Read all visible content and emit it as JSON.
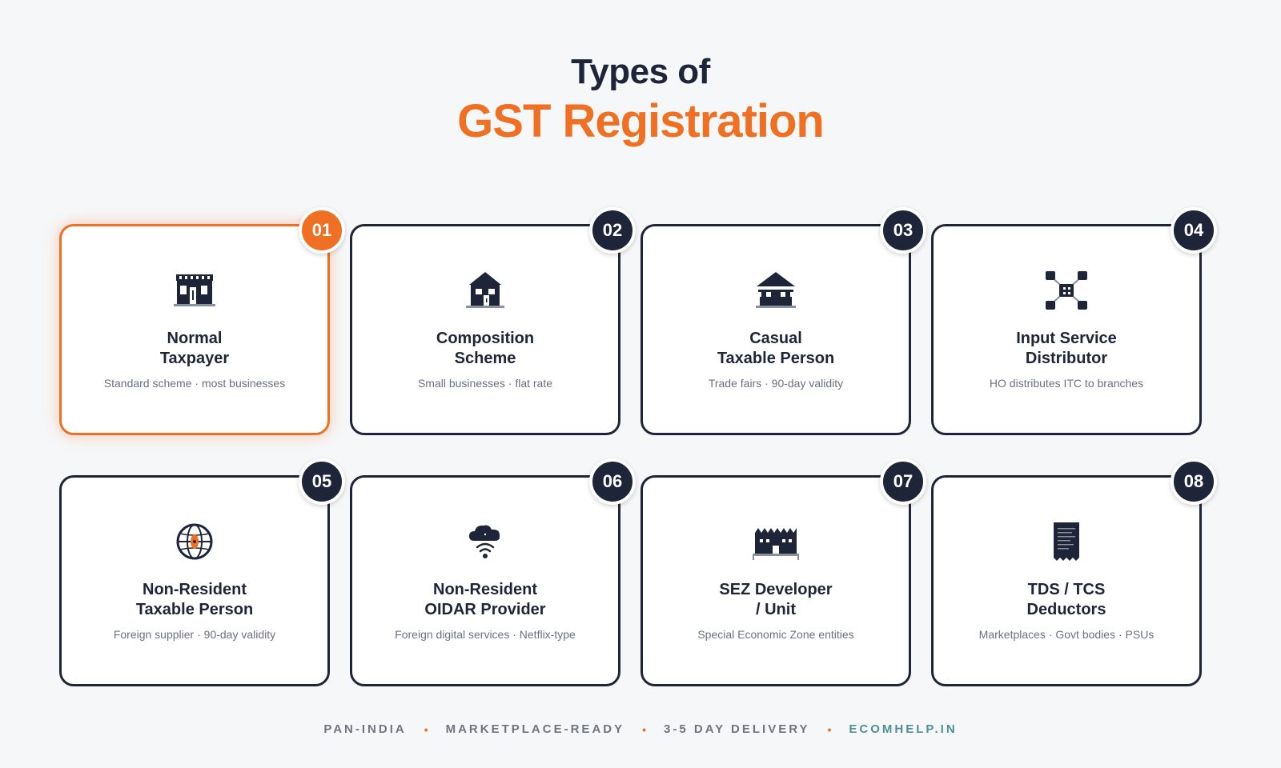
{
  "header": {
    "line1": "Types of",
    "line2": "GST Registration"
  },
  "cards": [
    {
      "num": "01",
      "title1": "Normal",
      "title2": "Taxpayer",
      "sub": "Standard scheme · most businesses",
      "icon": "storefront-icon",
      "active": true
    },
    {
      "num": "02",
      "title1": "Composition",
      "title2": "Scheme",
      "sub": "Small businesses · flat rate",
      "icon": "house-shop-icon",
      "active": false
    },
    {
      "num": "03",
      "title1": "Casual",
      "title2": "Taxable Person",
      "sub": "Trade fairs · 90-day validity",
      "icon": "stall-icon",
      "active": false
    },
    {
      "num": "04",
      "title1": "Input Service",
      "title2": "Distributor",
      "sub": "HO distributes ITC to branches",
      "icon": "network-icon",
      "active": false
    },
    {
      "num": "05",
      "title1": "Non-Resident",
      "title2": "Taxable Person",
      "sub": "Foreign supplier · 90-day validity",
      "icon": "globe-icon",
      "active": false
    },
    {
      "num": "06",
      "title1": "Non-Resident",
      "title2": "OIDAR Provider",
      "sub": "Foreign digital services · Netflix-type",
      "icon": "cloud-wifi-icon",
      "active": false
    },
    {
      "num": "07",
      "title1": "SEZ Developer",
      "title2": "/ Unit",
      "sub": "Special Economic Zone entities",
      "icon": "factory-icon",
      "active": false
    },
    {
      "num": "08",
      "title1": "TDS / TCS",
      "title2": "Deductors",
      "sub": "Marketplaces · Govt bodies · PSUs",
      "icon": "receipt-icon",
      "active": false
    }
  ],
  "footer": {
    "items": [
      "PAN-INDIA",
      "MARKETPLACE-READY",
      "3-5 DAY DELIVERY"
    ],
    "brand": "ECOMHELP.IN"
  },
  "colors": {
    "accent": "#f07023",
    "dark": "#1f2538",
    "brand": "#4f8f96",
    "muted": "#6b7080"
  }
}
